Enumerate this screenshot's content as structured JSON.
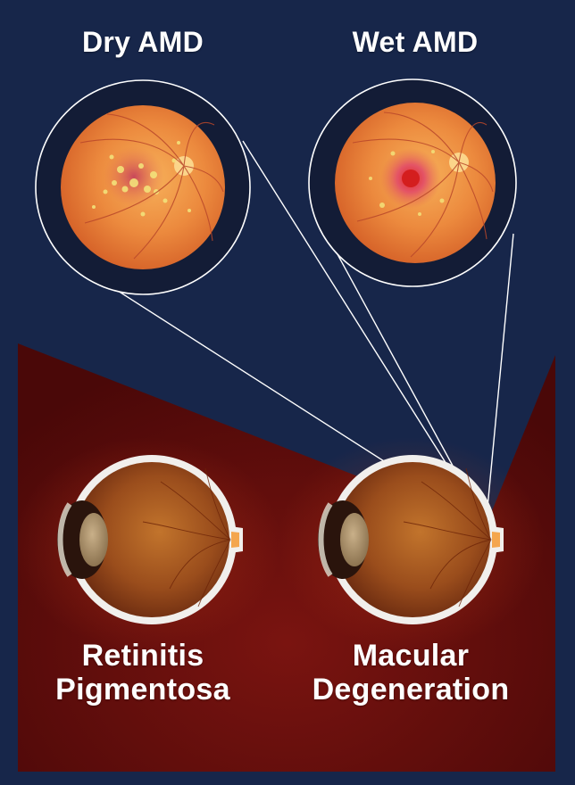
{
  "fundus_views": [
    {
      "title": "Dry AMD",
      "type": "dry"
    },
    {
      "title": "Wet AMD",
      "type": "wet"
    }
  ],
  "eyes": [
    {
      "label_line1": "Retinitis",
      "label_line2": "Pigmentosa"
    },
    {
      "label_line1": "Macular",
      "label_line2": "Degeneration"
    }
  ],
  "colors": {
    "background_navy": "#17264a",
    "panel_red": "#5e0c0c",
    "retina_orange": "#e8803e",
    "callout_line": "#ffffff",
    "label_text": "#ffffff"
  }
}
